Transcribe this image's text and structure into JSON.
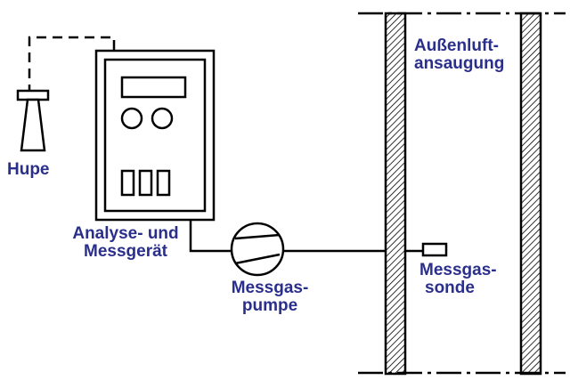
{
  "labels": {
    "horn": "Hupe",
    "analyzer": [
      "Analyse- und",
      "Messgerät"
    ],
    "pump": [
      "Messgas-",
      "pumpe"
    ],
    "probe": [
      "Messgas-",
      "sonde"
    ],
    "duct": [
      "Außenluft-",
      "ansaugung"
    ]
  },
  "colors": {
    "ink": "#000000",
    "label": "#2b2f8c",
    "background": "#ffffff"
  }
}
